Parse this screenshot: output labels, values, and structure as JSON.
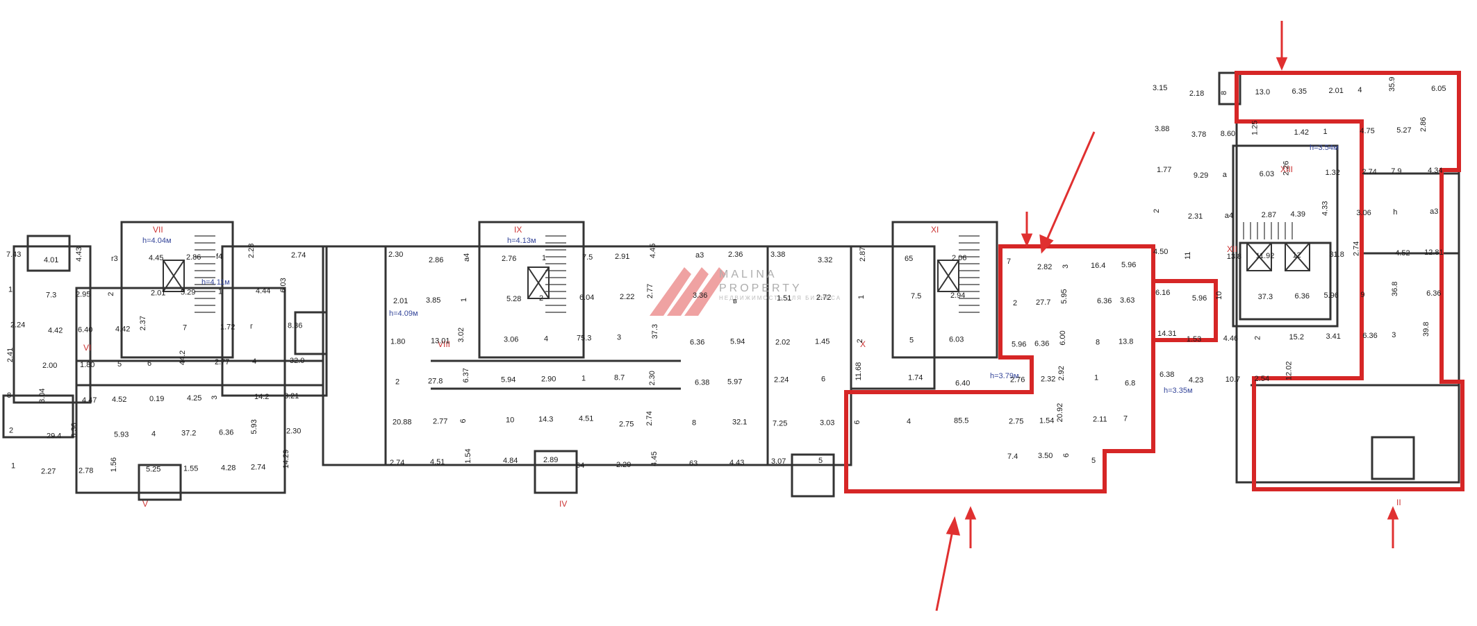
{
  "watermark": {
    "brand_line1": "MALINA",
    "brand_line2": "PROPERTY",
    "tagline": "НЕДВИЖИМОСТЬ ДЛЯ БИЗНЕСА",
    "logo_color": "#e04a4a"
  },
  "colors": {
    "wall": "#333333",
    "highlight": "#d62626",
    "arrow": "#e03030",
    "roman": "#cc3333"
  },
  "roman_labels": [
    "VII",
    "VI",
    "V",
    "IX",
    "VIII",
    "IV",
    "XI",
    "X",
    "XIII",
    "XII",
    "II"
  ],
  "height_notes": [
    "h=4.04м",
    "h=4.11м",
    "h=4.13м",
    "h=4.09м",
    "h=3.79м",
    "h=3.35м",
    "h=3.54м"
  ],
  "dimensions": [
    "7.43",
    "4.01",
    "4.43",
    "r3",
    "4.45",
    "2.86",
    "f4",
    "2.28",
    "2.74",
    "1",
    "7.3",
    "2.95",
    "2",
    "2.01",
    "5.29",
    "1",
    "4.44",
    "6.03",
    "2.24",
    "4.42",
    "6.40",
    "4.42",
    "2.37",
    "7",
    "1.72",
    "г",
    "8.36",
    "2.41",
    "2.00",
    "1.80",
    "5",
    "6",
    "44.2",
    "2.77",
    "4",
    "32.0",
    "8",
    "3.04",
    "4.47",
    "4.52",
    "0.19",
    "4.25",
    "3",
    "14.2",
    "3.21",
    "2",
    "29.4",
    "6.36",
    "5.93",
    "4",
    "37.2",
    "6.36",
    "5.93",
    "2.30",
    "1",
    "2.27",
    "2.78",
    "1.56",
    "5.25",
    "1.55",
    "4.28",
    "2.74",
    "14.29",
    "2.30",
    "2.86",
    "a4",
    "2.76",
    "1",
    "7.5",
    "2.91",
    "4.45",
    "a3",
    "2.36",
    "2.01",
    "3.85",
    "1",
    "5.28",
    "2",
    "6.04",
    "2.22",
    "2.77",
    "3.36",
    "в",
    "1.80",
    "13.01",
    "3.02",
    "3.06",
    "4",
    "75.3",
    "3",
    "37.3",
    "6.36",
    "5.94",
    "2",
    "27.8",
    "6.37",
    "5.94",
    "2.90",
    "1",
    "8.7",
    "2.30",
    "6.38",
    "5.97",
    "20.88",
    "2.77",
    "6",
    "10",
    "14.3",
    "4.51",
    "2.75",
    "2.74",
    "8",
    "32.1",
    "2.74",
    "4.51",
    "1.54",
    "4.84",
    "2.89",
    "64",
    "2.29",
    "4.45",
    "63",
    "4.43",
    "3.38",
    "3.32",
    "2.87",
    "65",
    "2.06",
    "1.51",
    "2.72",
    "1",
    "7.5",
    "2.94",
    "2.02",
    "1.45",
    "2",
    "5",
    "6.03",
    "2.24",
    "6",
    "11.68",
    "1.74",
    "6.40",
    "7.25",
    "3.03",
    "6",
    "4",
    "85.5",
    "3.07",
    "5",
    "7",
    "2.82",
    "3",
    "16.4",
    "5.96",
    "2",
    "27.7",
    "5.95",
    "6.36",
    "3.63",
    "5.96",
    "6.36",
    "6.00",
    "8",
    "13.8",
    "2.76",
    "2.32",
    "2.92",
    "1",
    "6.8",
    "2.75",
    "1.54",
    "20.92",
    "2.11",
    "7",
    "7.4",
    "3.50",
    "6",
    "5",
    "3.15",
    "2.18",
    "8",
    "13.0",
    "6.35",
    "2.01",
    "4",
    "35.9",
    "6.05",
    "3.88",
    "3.78",
    "8.60",
    "1.25",
    "1.42",
    "1",
    "4.75",
    "5.27",
    "2.86",
    "1.77",
    "9.29",
    "a",
    "6.03",
    "2.26",
    "1.32",
    "2.74",
    "7.9",
    "4.34",
    "2",
    "2.31",
    "a4",
    "2.87",
    "4.39",
    "4.33",
    "3.06",
    "h",
    "a3",
    "4.50",
    "11",
    "13.8",
    "11.92",
    "12",
    "31.8",
    "2.74",
    "4.52",
    "12.81",
    "6.16",
    "5.96",
    "10",
    "37.3",
    "6.36",
    "5.96",
    "9",
    "36.8",
    "6.36",
    "14.31",
    "1.53",
    "4.46",
    "2",
    "15.2",
    "3.41",
    "6.36",
    "3",
    "39.8",
    "6.38",
    "4.23",
    "10.7",
    "2.54",
    "12.02"
  ]
}
